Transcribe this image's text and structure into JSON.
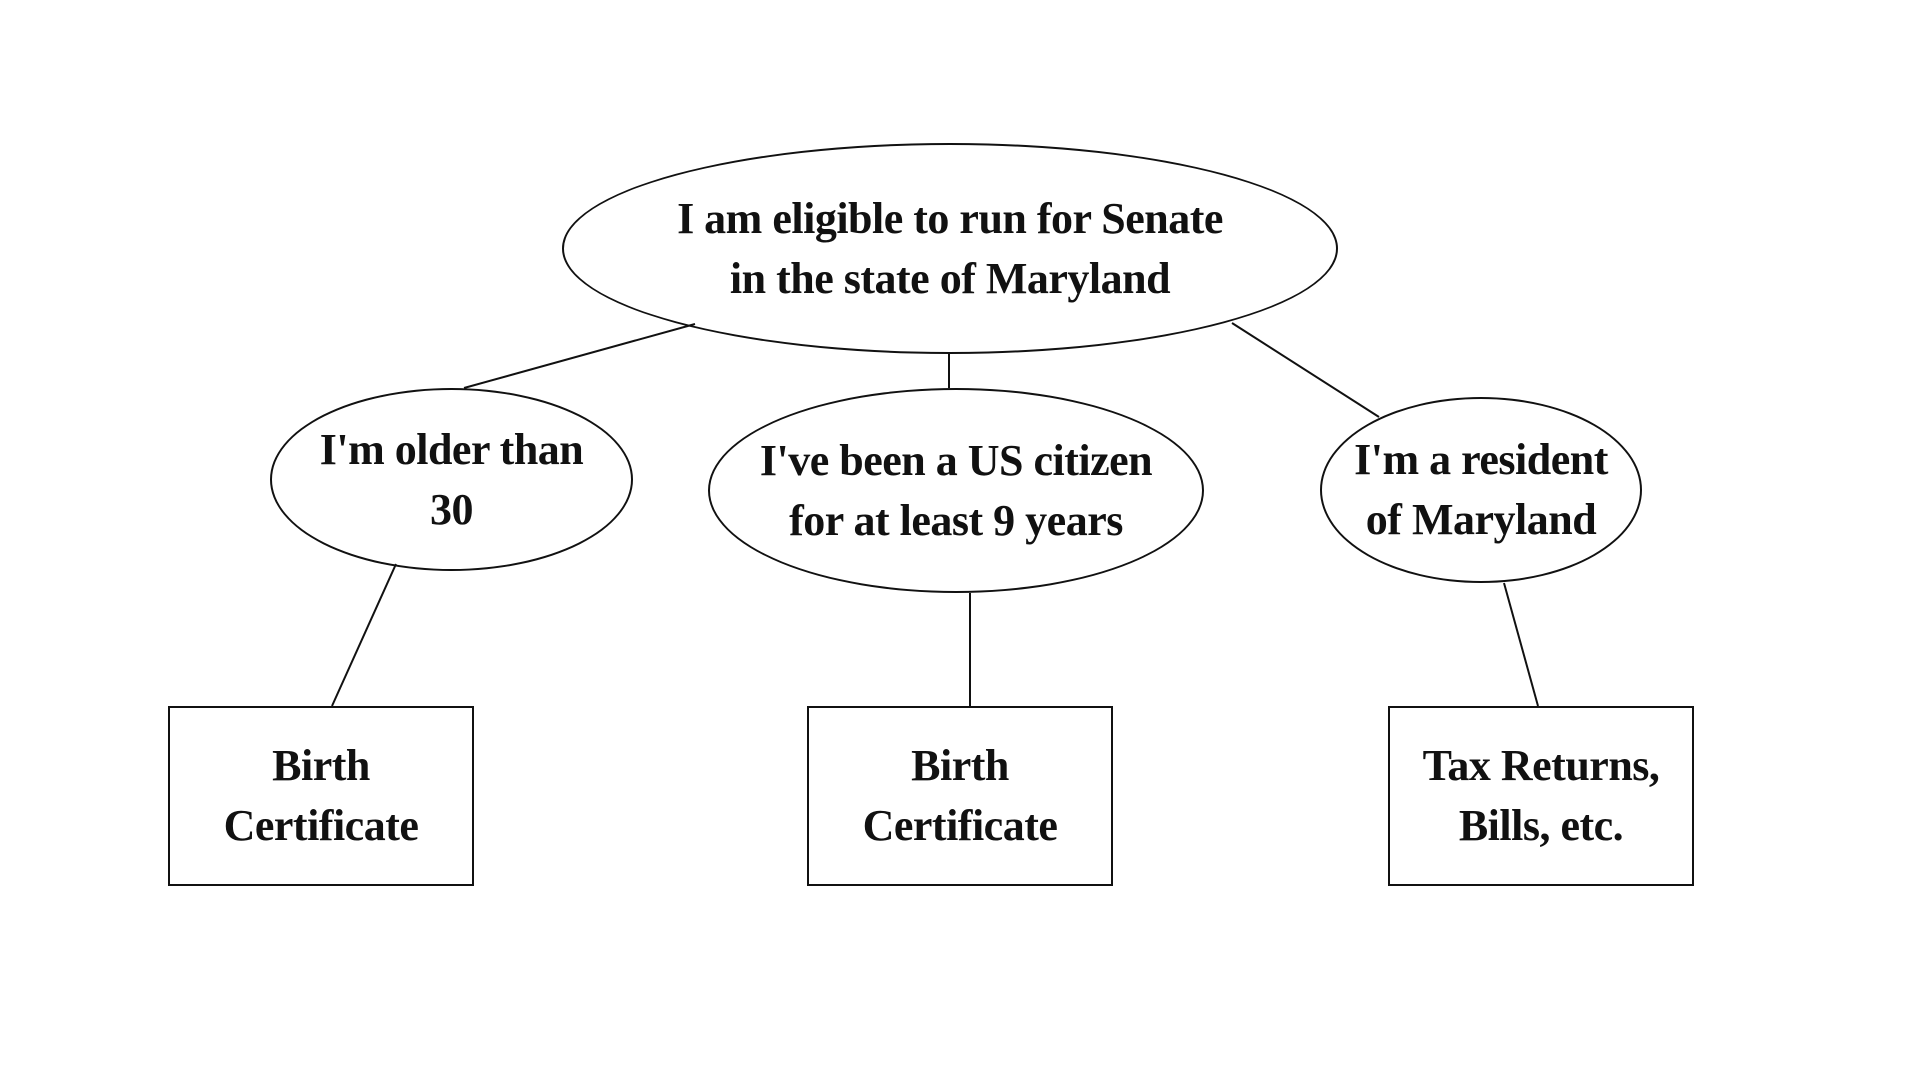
{
  "diagram": {
    "type": "tree",
    "root": {
      "lines": [
        "I am eligible to run for Senate",
        "in the state of Maryland"
      ]
    },
    "conditions": [
      {
        "lines": [
          "I'm older than",
          "30"
        ]
      },
      {
        "lines": [
          "I've been a US citizen",
          "for at least 9 years"
        ]
      },
      {
        "lines": [
          "I'm a resident",
          "of Maryland"
        ]
      }
    ],
    "evidence": [
      {
        "lines": [
          "Birth",
          "Certificate"
        ]
      },
      {
        "lines": [
          "Birth",
          "Certificate"
        ]
      },
      {
        "lines": [
          "Tax Returns,",
          "Bills, etc."
        ]
      }
    ],
    "colors": {
      "stroke": "#111111",
      "background": "#ffffff",
      "text": "#111111"
    }
  }
}
